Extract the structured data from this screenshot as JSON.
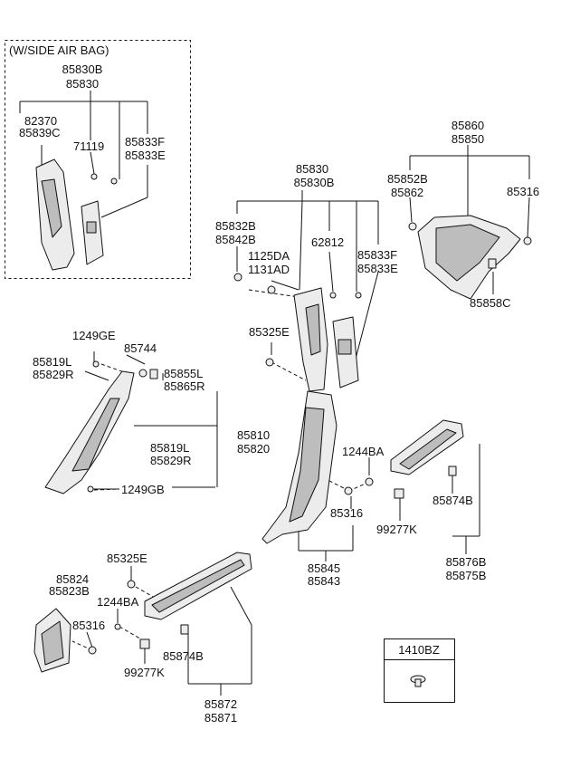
{
  "colors": {
    "ink": "#111111",
    "part_fill": "#ececec",
    "part_shade": "#bdbdbd",
    "background": "#ffffff"
  },
  "inset_airbag": {
    "title": "(W/SIDE AIR BAG)",
    "assembly": [
      "85830B",
      "85830"
    ],
    "trim_left": [
      "82370",
      "85839C"
    ],
    "screw": "71119",
    "covers": [
      "85833F",
      "85833E"
    ]
  },
  "legend_box": {
    "label": "1410BZ",
    "icon": "push-clip-icon"
  },
  "b_pillar": {
    "assembly": [
      "85830",
      "85830B"
    ],
    "clip_left": [
      "85832B",
      "85842B"
    ],
    "bolt": [
      "1125DA",
      "1131AD"
    ],
    "screw": "62812",
    "cover": [
      "85833F",
      "85833E"
    ],
    "nut": "85325E"
  },
  "rear_panel": {
    "assembly": [
      "85860",
      "85850"
    ],
    "clip": [
      "85852B",
      "85862"
    ],
    "nut": "85316",
    "bracket": "85858C"
  },
  "a_pillar": {
    "bolt_top": "1249GE",
    "clip_top": "85744",
    "side_a": [
      "85819L",
      "85829R"
    ],
    "clip_right": [
      "85855L",
      "85865R"
    ],
    "assembly": [
      "85810",
      "85820"
    ],
    "side_b": [
      "85819L",
      "85829R"
    ],
    "bolt_bottom": "1249GB"
  },
  "c_pillar": {
    "bolt": "1244BA",
    "clip": "99277K",
    "nut": "85316",
    "assembly": [
      "85845",
      "85843"
    ]
  },
  "rear_scuff": {
    "clip": "85874B",
    "assembly": [
      "85876B",
      "85875B"
    ]
  },
  "front_cowl": {
    "nut_top": "85325E",
    "assembly": [
      "85824",
      "85823B"
    ],
    "bolt": "1244BA",
    "nut": "85316",
    "clip": "99277K",
    "scuff_clip": "85874B",
    "scuff_assembly": [
      "85872",
      "85871"
    ]
  }
}
